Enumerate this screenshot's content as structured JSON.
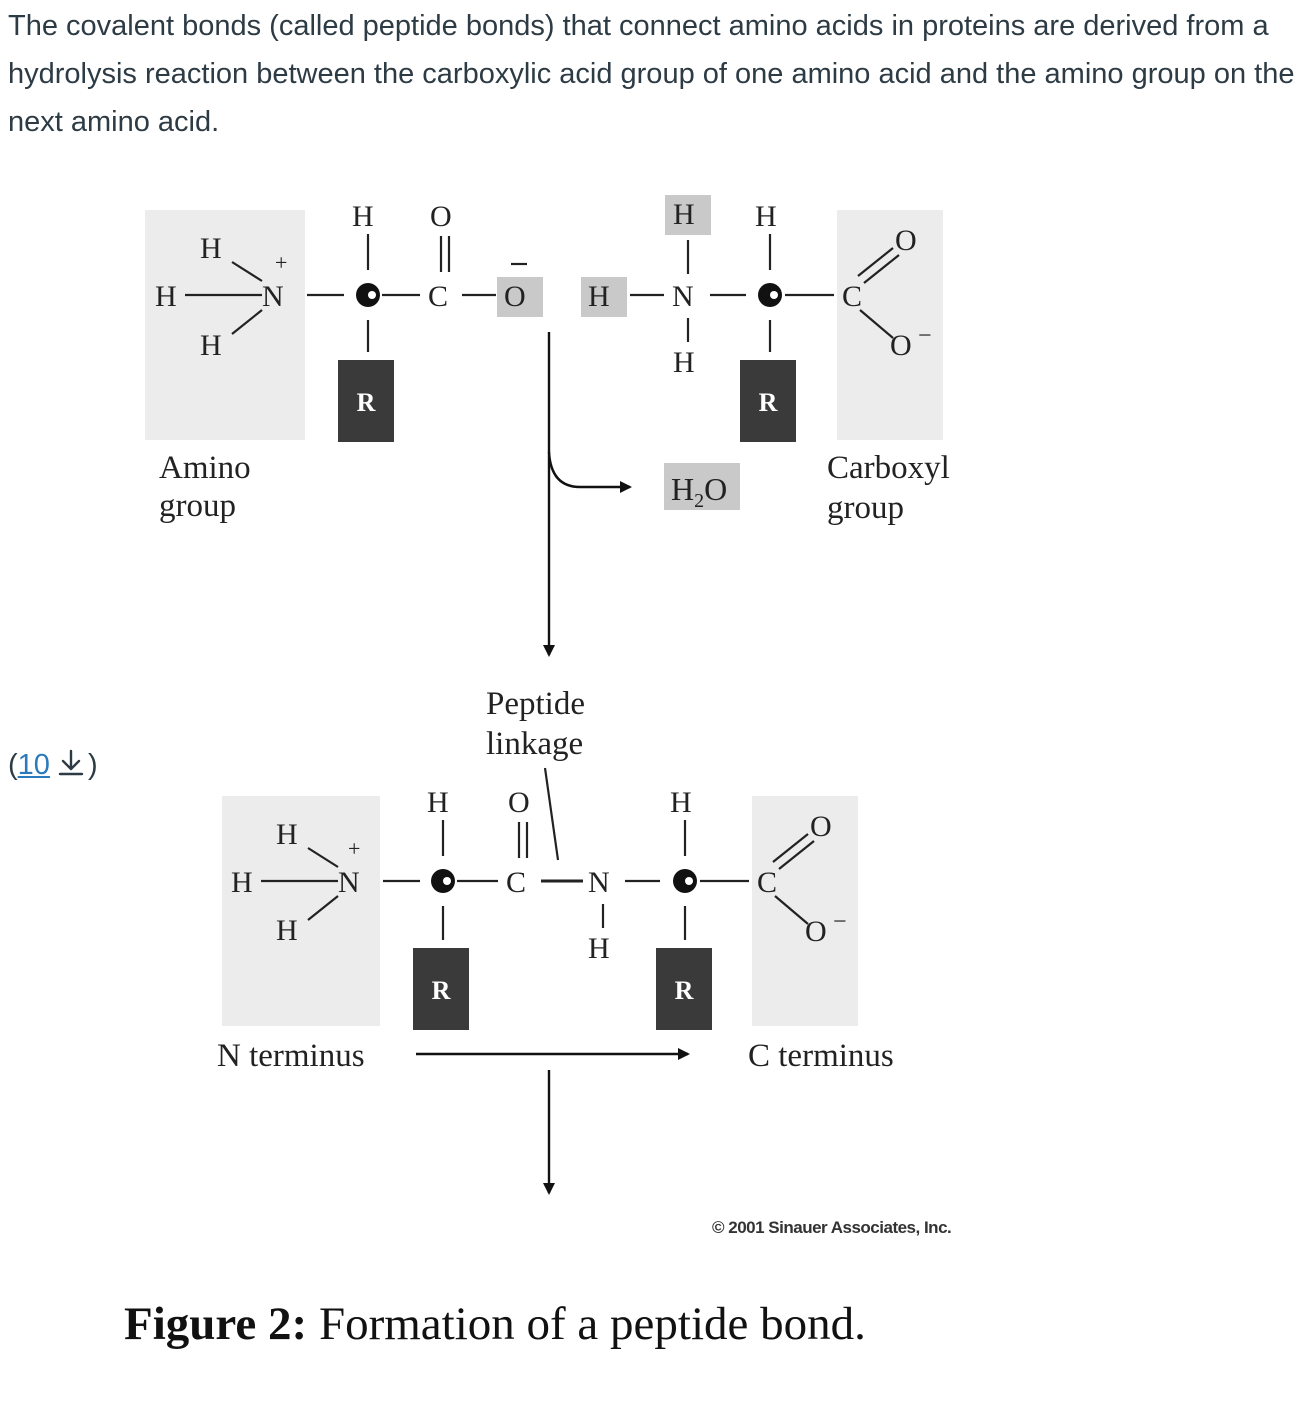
{
  "paragraph": "The covalent bonds (called peptide bonds) that connect amino acids in proteins are derived from a hydrolysis reaction between the carboxylic acid group of one amino acid and the amino group on the next amino acid.",
  "reference": {
    "open": "(",
    "link_text": "10",
    "close": ")"
  },
  "figure": {
    "atoms": {
      "H": "H",
      "N": "N",
      "C": "C",
      "O": "O",
      "plus": "+",
      "minus": "−",
      "o_minus": "O"
    },
    "r_label": "R",
    "water_h": "H",
    "water_sub": "2",
    "water_o": "O",
    "amino_group": [
      "Amino",
      "group"
    ],
    "carboxyl_group": [
      "Carboxyl",
      "group"
    ],
    "peptide_linkage": [
      "Peptide",
      "linkage"
    ],
    "n_terminus": "N terminus",
    "c_terminus": "C terminus",
    "copyright": "© 2001 Sinauer Associates, Inc.",
    "caption_bold": "Figure 2:",
    "caption_rest": " Formation of a peptide bond.",
    "colors": {
      "shade": "#ececec",
      "highlight": "#c9c9c9",
      "r_box": "#3a3a3a"
    }
  }
}
